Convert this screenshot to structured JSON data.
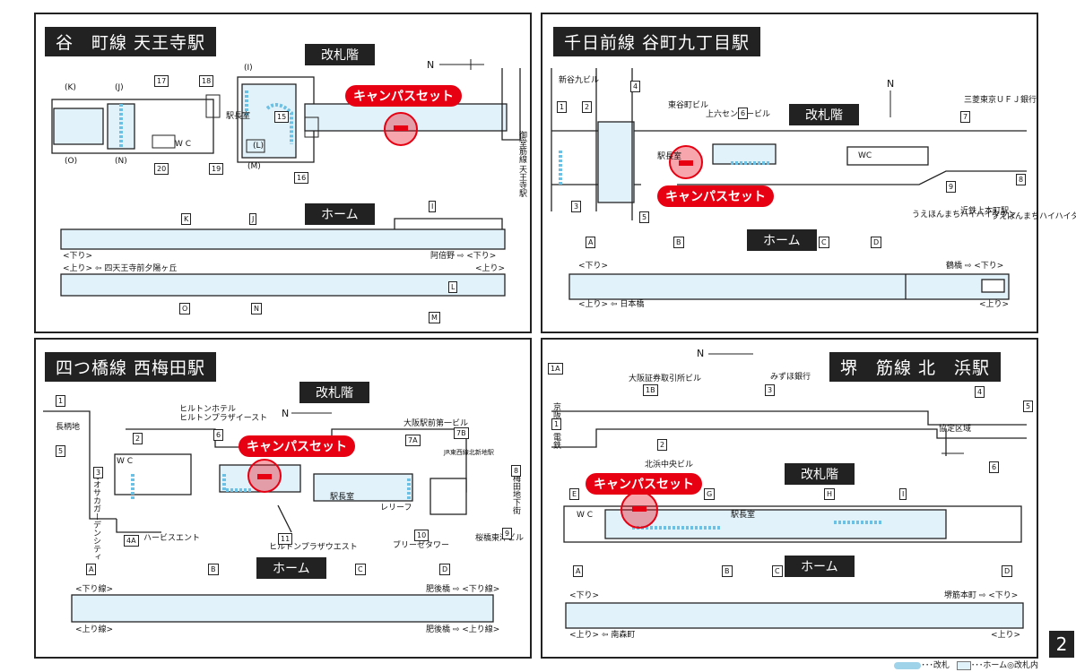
{
  "colors": {
    "accent": "#e60012",
    "gate": "#9fd3ea",
    "platform": "#e1f2fa",
    "dark": "#222222"
  },
  "callout_label": "キャンパスセット",
  "panels": [
    {
      "title": "谷　町線 天王寺駅",
      "floor_concourse": "改札階",
      "floor_platform": "ホーム",
      "north": "N",
      "side_text": "御堂筋線",
      "side_text2": "天王寺駅",
      "station_room": "駅長室",
      "wc": "W C",
      "exits_top": [
        "(K)",
        "(J)",
        "17",
        "18",
        "(I)",
        "(L)",
        "15"
      ],
      "exits_bottom": [
        "(O)",
        "(N)",
        "20",
        "19",
        "(M)",
        "16"
      ],
      "exits_platform": [
        "K",
        "J",
        "I",
        "O",
        "N",
        "M",
        "L"
      ],
      "dir_down": "<下り>",
      "dir_up": "<上り>",
      "dest_down": "阿倍野 ⇨ <下り>",
      "dest_up": "<上り> ⇦ 四天王寺前夕陽ヶ丘",
      "dir_up_right": "<上り>"
    },
    {
      "title": "千日前線 谷町九丁目駅",
      "floor_concourse": "改札階",
      "floor_platform": "ホーム",
      "north": "N",
      "buildings": [
        "新谷九ビル",
        "東谷町ビル",
        "上六センタービル",
        "三菱東京ＵＦＪ銀行",
        "うえほんまちハイハイタウン",
        "近鉄上本町駅",
        "うえほんまちハイハイタウン"
      ],
      "station_room": "駅長室",
      "wc": "WC",
      "exits": [
        "1",
        "2",
        "3",
        "4",
        "5",
        "6",
        "7",
        "8",
        "9"
      ],
      "exits_platform": [
        "A",
        "B",
        "C",
        "D"
      ],
      "dir_down": "<下り>",
      "dest_down": "鶴橋 ⇨ <下り>",
      "dest_up": "<上り> ⇦ 日本橋",
      "dir_up_right": "<上り>"
    },
    {
      "title": "四つ橋線 西梅田駅",
      "floor_concourse": "改札階",
      "floor_platform": "ホーム",
      "north": "N",
      "buildings": [
        "ヒルトンホテル",
        "ヒルトンプラザイースト",
        "大阪駅前第一ビル",
        "JR東西線北新地駅",
        "ハービスエント",
        "ヒルトンプラザウエスト",
        "ブリーゼタワー",
        "桜橋東洋ビル",
        "オオサカガーデンシティ",
        "梅田地下街",
        "長柄地"
      ],
      "station_room": "駅長室",
      "relief": "レリーフ",
      "wc": "W C",
      "exits": [
        "1",
        "2",
        "3",
        "4A",
        "5",
        "6",
        "7A",
        "7B",
        "8",
        "9",
        "10",
        "11"
      ],
      "exits_platform": [
        "A",
        "B",
        "C",
        "D"
      ],
      "dir_down": "<下り線>",
      "dest_down": "肥後橋 ⇨ <下り線>",
      "dir_up": "<上り線>",
      "dest_up": "肥後橋 ⇨ <上り線>"
    },
    {
      "title": "堺　筋線 北　浜駅",
      "floor_concourse": "改札階",
      "floor_platform": "ホーム",
      "north": "N",
      "buildings": [
        "大阪証券取引所ビル",
        "みずほ銀行",
        "北浜中央ビル",
        "京阪",
        "電鉄",
        "協定区域"
      ],
      "station_room": "駅長室",
      "wc": "W C",
      "exits": [
        "1A",
        "1B",
        "1",
        "2",
        "3",
        "4",
        "5",
        "6"
      ],
      "exits_platform": [
        "A",
        "B",
        "C",
        "D",
        "E",
        "G",
        "H",
        "I"
      ],
      "dir_down": "<下り>",
      "dest_down": "堺筋本町 ⇨ <下り>",
      "dest_up": "<上り> ⇦ 南森町",
      "dir_up_right": "<上り>"
    }
  ],
  "legend": {
    "gate": "･･･改札",
    "platform": "･･･ホーム◎改札内"
  },
  "page_number": "2"
}
